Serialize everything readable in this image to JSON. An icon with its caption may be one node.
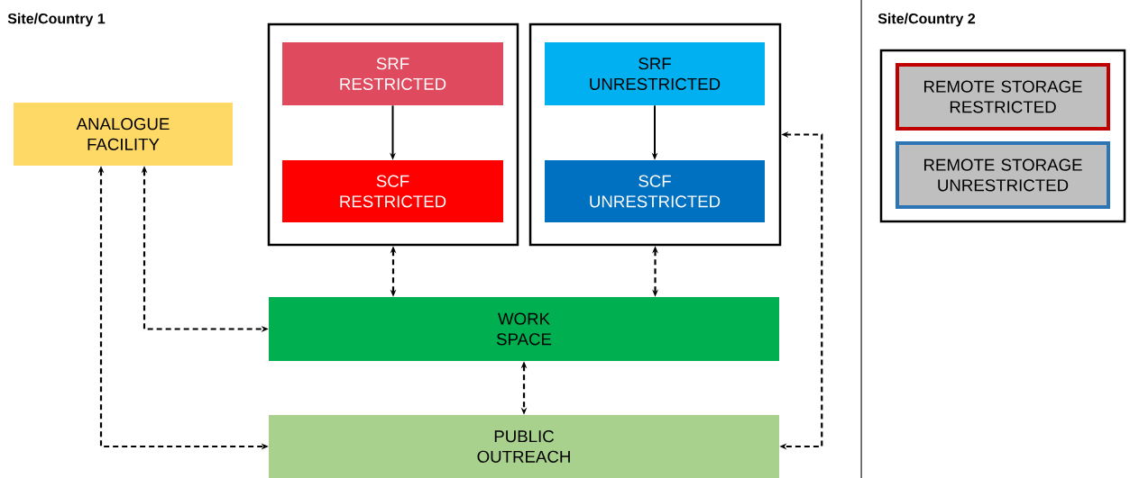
{
  "diagram": {
    "nodes": [
      {
        "text": [
          "ANALOGUE FACILITY"
        ]
      },
      {
        "text": [],
        "shape": "box"
      },
      {
        "text": [
          "SRF RESTRICTED"
        ],
        "in": 1
      },
      {
        "text": [
          "SCF RESTRICTED"
        ],
        "in": 1
      },
      {
        "text": [],
        "shape": "box"
      },
      {
        "text": [
          "SRF UNRESTRICTED"
        ],
        "in": 4
      },
      {
        "text": [
          "SCF UNRESTRICTED"
        ],
        "in": 4
      },
      {
        "text": [
          "WORK SPACE"
        ]
      },
      {
        "text": [
          "PUBLIC OUTREACH"
        ]
      },
      {
        "text": [],
        "shape": "box"
      },
      {
        "text": [
          "REMOTE STORAGE RESTRICTED"
        ],
        "in": 9
      },
      {
        "text": [
          "REMOTE STORAGE UNRESTRICTED"
        ],
        "in": 9
      }
    ],
    "edges": [
      {
        "from": 2,
        "to": 3,
        "arrow": "to"
      },
      {
        "from": 5,
        "to": 6,
        "arrow": "to"
      },
      {
        "from": 1,
        "to": 7,
        "arrow": "both",
        "style": "dashed"
      },
      {
        "from": 4,
        "to": 7,
        "arrow": "both",
        "style": "dashed"
      },
      {
        "from": 0,
        "to": 7,
        "arrow": "both",
        "style": "dashed"
      },
      {
        "from": 0,
        "to": 8,
        "arrow": "both",
        "style": "dashed"
      },
      {
        "from": 7,
        "to": 8,
        "arrow": "both",
        "style": "dashed"
      },
      {
        "from": 4,
        "to": 8,
        "arrow": "both",
        "style": "dashed"
      }
    ],
    "labels": [
      "Site/Country 1",
      "Site/Country 2"
    ]
  }
}
